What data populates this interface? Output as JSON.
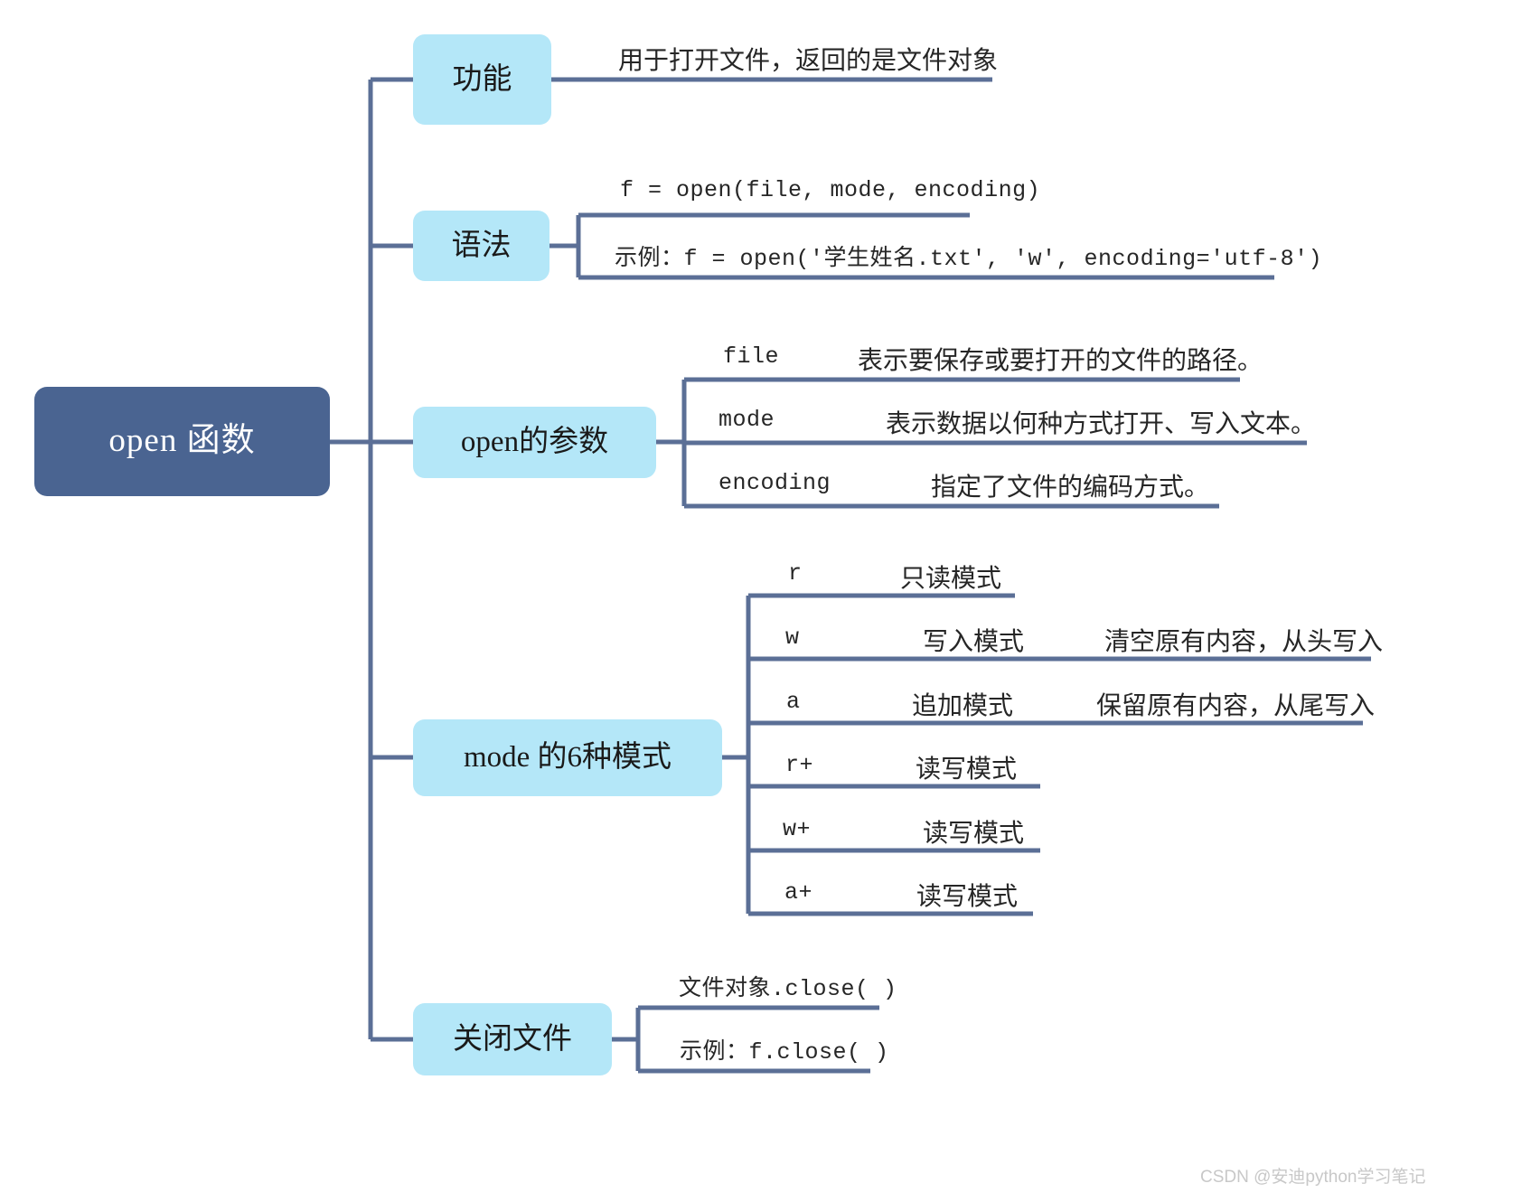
{
  "title": "open 函数 思维导图",
  "colors": {
    "root_fill": "#4a6491",
    "root_text": "#ffffff",
    "branch_fill": "#b4e7f8",
    "branch_text": "#1a1a1a",
    "wire": "#5b6f96",
    "leaf_text": "#262626",
    "background": "#ffffff",
    "watermark": "#c8c8c8"
  },
  "root": {
    "label": "open 函数"
  },
  "branches": [
    {
      "id": "function",
      "label": "功能",
      "leaves": [
        {
          "text": "用于打开文件，返回的是文件对象",
          "style": "cjk"
        }
      ]
    },
    {
      "id": "syntax",
      "label": "语法",
      "leaves": [
        {
          "text": "f = open(file, mode, encoding)",
          "style": "mono"
        },
        {
          "text": "示例：f = open('学生姓名.txt', 'w',  encoding='utf-8')",
          "style": "mono"
        }
      ]
    },
    {
      "id": "params",
      "label": "open的参数",
      "leaves": [
        {
          "name": "file",
          "desc": "表示要保存或要打开的文件的路径。"
        },
        {
          "name": "mode",
          "desc": "表示数据以何种方式打开、写入文本。"
        },
        {
          "name": "encoding",
          "desc": "指定了文件的编码方式。"
        }
      ]
    },
    {
      "id": "modes",
      "label": "mode 的6种模式",
      "leaves": [
        {
          "name": "r",
          "desc": "只读模式",
          "note": ""
        },
        {
          "name": "w",
          "desc": "写入模式",
          "note": "清空原有内容，从头写入"
        },
        {
          "name": "a",
          "desc": "追加模式",
          "note": "保留原有内容，从尾写入"
        },
        {
          "name": "r+",
          "desc": "读写模式",
          "note": ""
        },
        {
          "name": "w+",
          "desc": "读写模式",
          "note": ""
        },
        {
          "name": "a+",
          "desc": "读写模式",
          "note": ""
        }
      ]
    },
    {
      "id": "close",
      "label": "关闭文件",
      "leaves": [
        {
          "text": "文件对象.close( )",
          "style": "mono"
        },
        {
          "text": "示例：f.close( )",
          "style": "mono"
        }
      ]
    }
  ],
  "watermark": "CSDN @安迪python学习笔记"
}
